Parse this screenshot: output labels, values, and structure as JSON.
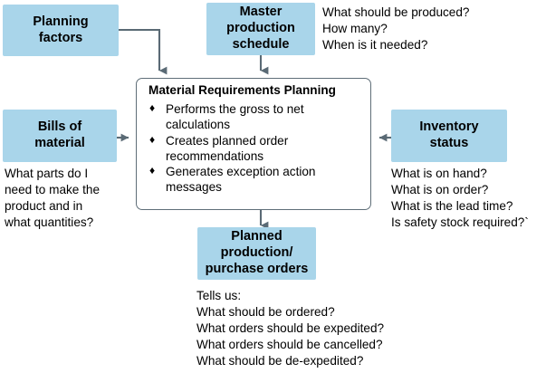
{
  "diagram": {
    "title": "Material Requirements Planning process diagram",
    "colors": {
      "box_fill": "#a9d5ea",
      "box_border": "#a9d5ea",
      "mrp_border": "#5f6e78",
      "arrow": "#5a6a75",
      "text": "#000000",
      "background": "#ffffff"
    },
    "nodes": {
      "planning_factors": {
        "label": "Planning\nfactors"
      },
      "master_production_schedule": {
        "label": "Master\nproduction\nschedule"
      },
      "bills_of_material": {
        "label": "Bills of\nmaterial"
      },
      "inventory_status": {
        "label": "Inventory\nstatus"
      },
      "planned_orders": {
        "label": "Planned\nproduction/\npurchase orders"
      }
    },
    "mrp": {
      "title": "Material Requirements Planning",
      "bullet_glyph": "♦",
      "items": [
        "Performs the gross to net calculations",
        "Creates planned order recommendations",
        "Generates exception action messages"
      ]
    },
    "notes": {
      "mps_questions": "What should be produced?\nHow many?\nWhen is it needed?",
      "bom_questions": "What parts do I\nneed to make the\nproduct and in\nwhat quantities?",
      "inventory_questions": "What is on hand?\nWhat is on order?\nWhat is the lead time?\nIs safety stock required?`",
      "output_questions": "Tells us:\nWhat should be ordered?\nWhat orders should be expedited?\nWhat orders should be cancelled?\nWhat should be de-expedited?"
    }
  }
}
